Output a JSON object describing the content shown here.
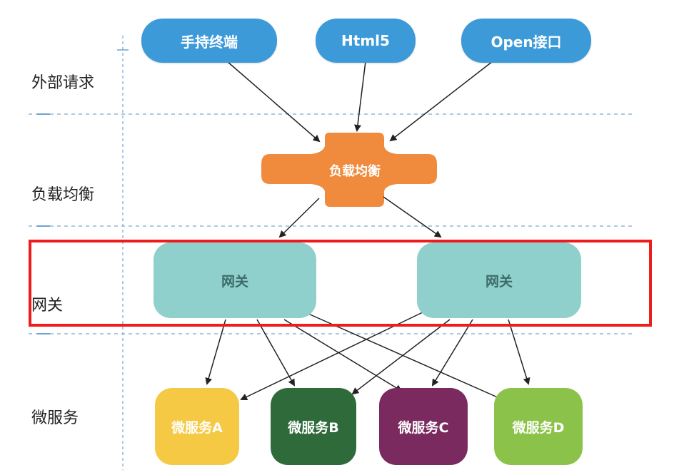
{
  "rows": {
    "external": "外部请求",
    "load_balance": "负载均衡",
    "gateway": "网关",
    "microservice": "微服务"
  },
  "clients": [
    "手持终端",
    "Html5",
    "Open接口"
  ],
  "load_balancer": "负载均衡",
  "gateways": [
    "网关",
    "网关"
  ],
  "services": [
    {
      "label": "微服务A",
      "color": "#f6c945"
    },
    {
      "label": "微服务B",
      "color": "#2f6b3a"
    },
    {
      "label": "微服务C",
      "color": "#7a2a5e"
    },
    {
      "label": "微服务D",
      "color": "#8bc34a"
    }
  ],
  "colors": {
    "client": "#3d9ad9",
    "load_balancer": "#f08a3c",
    "gateway": "#8fd0cc",
    "highlight": "#ee1c1c",
    "divider": "#8fb8d8"
  }
}
